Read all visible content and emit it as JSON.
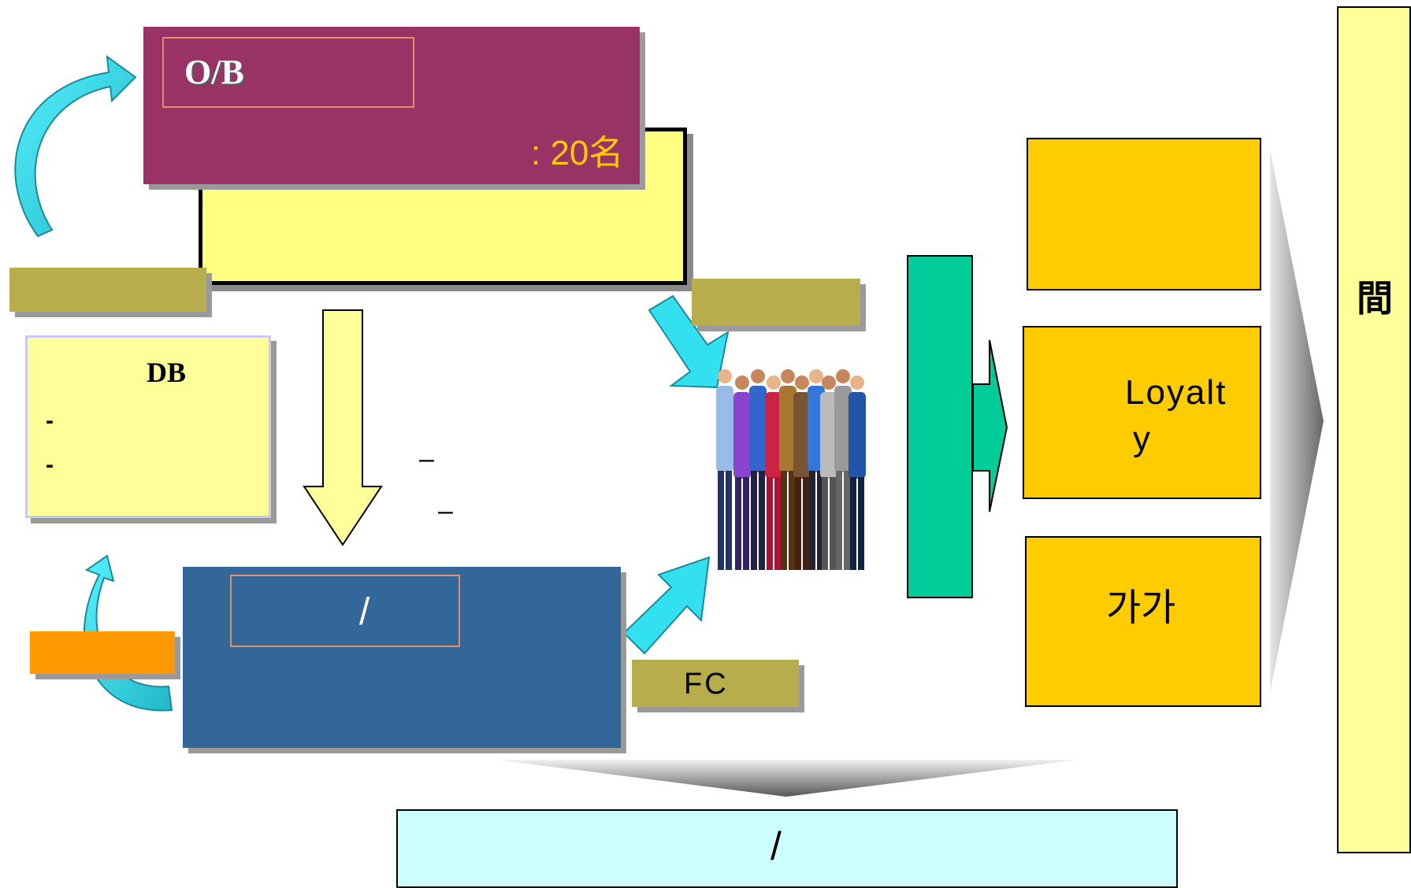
{
  "ob_box": {
    "title": "O/B",
    "count": ": 20名"
  },
  "db_box": {
    "title": "DB",
    "items": [
      "-",
      "-"
    ]
  },
  "dashes": [
    "–",
    "–"
  ],
  "blue_box": {
    "label": "/"
  },
  "fc_label": "FC",
  "gold_boxes": [
    {
      "label": ""
    },
    {
      "label_line1": "Loyalt",
      "label_line2": "y"
    },
    {
      "label": "가가"
    }
  ],
  "right_box": {
    "label": "間"
  },
  "bottom_box": {
    "label": "/"
  },
  "colors": {
    "ob_box": "#993366",
    "yellow_box": "#ffff80",
    "olive": "#b8ad4c",
    "db_box": "#ffff99",
    "blue_box": "#336699",
    "orange": "#ff9900",
    "teal": "#00cc99",
    "gold": "#ffcc00",
    "cyan_arrow": "#33e0f0",
    "bottom_box": "#ccffff",
    "count_text": "#ffcc00"
  },
  "icons": {
    "people_group": "people-group-icon",
    "curved_arrow": "curved-arrow-icon",
    "down_arrow": "down-arrow-icon",
    "diagonal_arrow": "diagonal-arrow-icon",
    "right_arrow": "right-arrow-icon",
    "gray_chevron": "gray-chevron-icon"
  }
}
